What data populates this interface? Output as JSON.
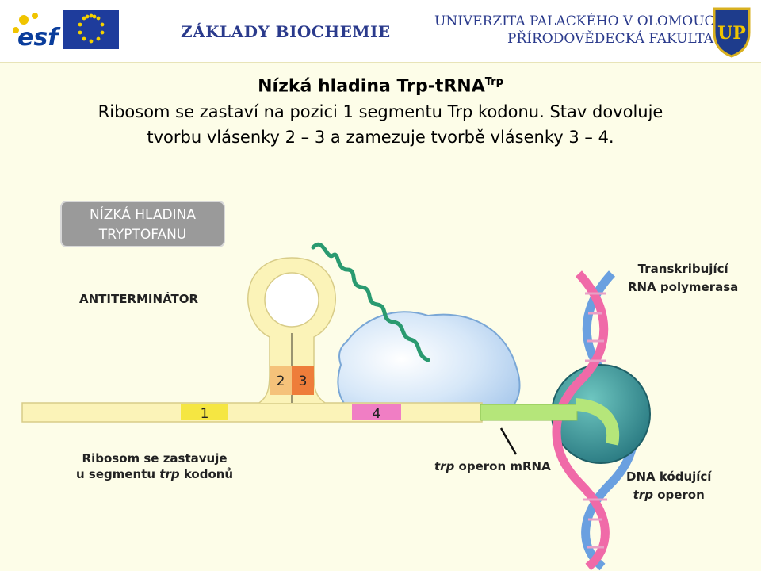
{
  "header": {
    "course_title": "ZÁKLADY BIOCHEMIE",
    "university": "UNIVERZITA PALACKÉHO V OLOMOUCI",
    "faculty": "PŘÍRODOVĚDECKÁ FAKULTA",
    "esf_logo_text": "esf",
    "up_logo_text": "UP"
  },
  "slide": {
    "title_main": "Nízká hladina Trp-tRNA",
    "title_sup": "Trp",
    "subtitle_line1": "Ribosom se zastaví na pozici 1 segmentu Trp kodonu. Stav dovoluje",
    "subtitle_line2": "tvorbu vlásenky 2 – 3 a zamezuje tvorbě vlásenky 3 – 4."
  },
  "diagram": {
    "low_trp_line1": "NÍZKÁ HLADINA",
    "low_trp_line2": "TRYPTOFANU",
    "antiterminator": "ANTITERMINÁTOR",
    "polymerase_line1": "Transkribující",
    "polymerase_line2": "RNA polymerasa",
    "ribosome_line1": "Ribosom se zastavuje",
    "ribosome_line2_pre": "u segmentu ",
    "ribosome_line2_italic": "trp",
    "ribosome_line2_post": " kodonů",
    "mrna_italic": "trp",
    "mrna_post": " operon mRNA",
    "dna_line1": "DNA kódující",
    "dna_line2_italic": "trp",
    "dna_line2_post": " operon",
    "segments": [
      "1",
      "2",
      "3",
      "4"
    ]
  },
  "colors": {
    "header_text": "#2a3a8c",
    "slide_background": "#fdfde8",
    "mrna_strand": "#fbf3b8",
    "segment_1": "#f5e642",
    "segment_2": "#f5c27a",
    "segment_3": "#ee7d3a",
    "segment_4": "#f07ec4",
    "nascent_rna": "#b5e67a",
    "ribosome": "#b8d4f0",
    "peptide": "#2a9a70",
    "dna_pink": "#f06aa8",
    "dna_blue": "#6aa0e0",
    "polymerase": "#2a8a8a"
  }
}
